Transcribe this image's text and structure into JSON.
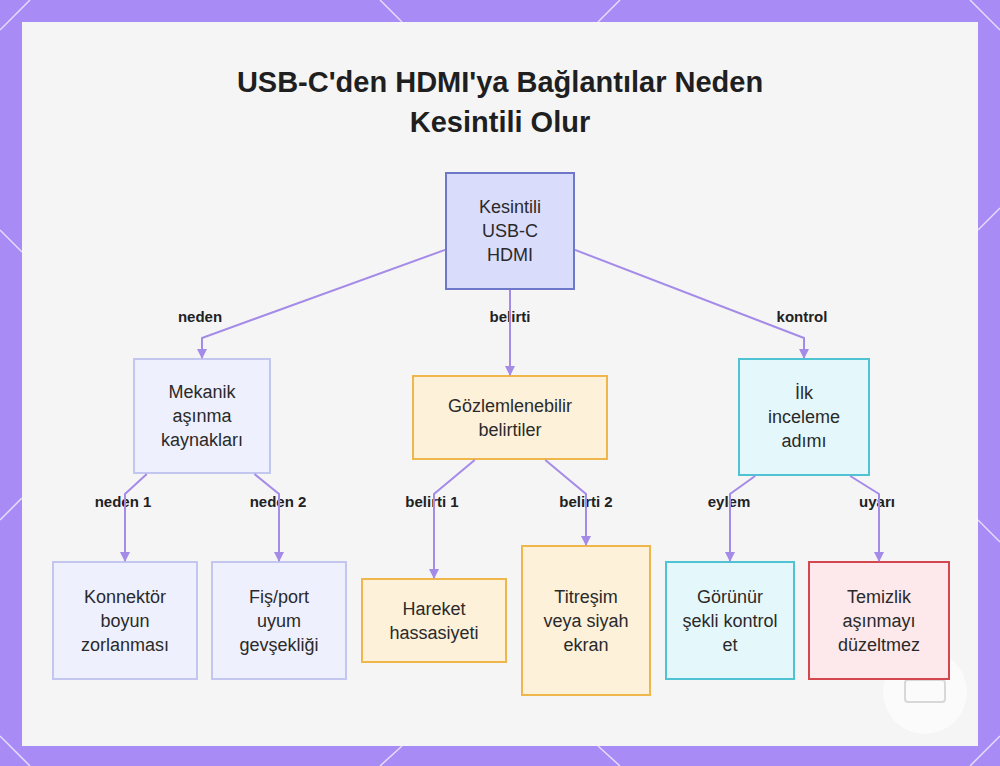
{
  "diagram": {
    "title": "USB-C'den HDMI'ya Bağlantılar Neden Kesintili Olur",
    "nodes": [
      {
        "text": [
          "Kesintili USB-C HDMI"
        ]
      },
      {
        "text": [
          "Mekanik aşınma kaynakları"
        ]
      },
      {
        "text": [
          "Gözlemlenebilir belirtiler"
        ]
      },
      {
        "text": [
          "İlk inceleme adımı"
        ]
      },
      {
        "text": [
          "Konnektör boyun zorlanması"
        ]
      },
      {
        "text": [
          "Fiş/port uyum gevşekliği"
        ]
      },
      {
        "text": [
          "Hareket hassasiyeti"
        ]
      },
      {
        "text": [
          "Titreşim veya siyah ekran"
        ]
      },
      {
        "text": [
          "Görünür şekli kontrol et"
        ]
      },
      {
        "text": [
          "Temizlik aşınmayı düzeltmez"
        ]
      }
    ],
    "edges": [
      {
        "from": 0,
        "to": 1,
        "label": "neden",
        "arrow": "to"
      },
      {
        "from": 0,
        "to": 2,
        "label": "belirti",
        "arrow": "to"
      },
      {
        "from": 0,
        "to": 3,
        "label": "kontrol",
        "arrow": "to"
      },
      {
        "from": 1,
        "to": 4,
        "label": "neden 1",
        "arrow": "to"
      },
      {
        "from": 1,
        "to": 5,
        "label": "neden 2",
        "arrow": "to"
      },
      {
        "from": 2,
        "to": 6,
        "label": "belirti 1",
        "arrow": "to"
      },
      {
        "from": 2,
        "to": 7,
        "label": "belirti 2",
        "arrow": "to"
      },
      {
        "from": 3,
        "to": 8,
        "label": "eylem",
        "arrow": "to"
      },
      {
        "from": 3,
        "to": 9,
        "label": "uyarı",
        "arrow": "to"
      }
    ]
  }
}
